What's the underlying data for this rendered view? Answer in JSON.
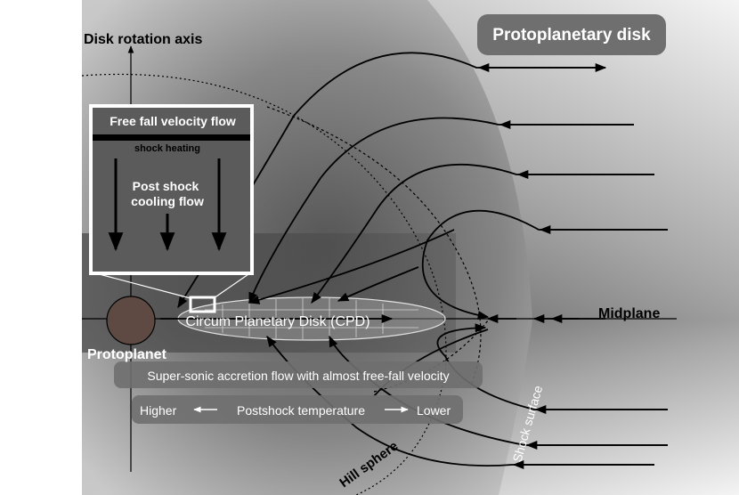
{
  "labels": {
    "disk_rotation_axis": "Disk rotation axis",
    "protoplanetary_disk": "Protoplanetary disk",
    "free_fall_flow": "Free fall velocity flow",
    "shock_heating": "shock heating",
    "post_shock_line1": "Post shock",
    "post_shock_line2": "cooling flow",
    "cpd": "Circum Planetary Disk (CPD)",
    "midplane": "Midplane",
    "protoplanet": "Protoplanet",
    "accretion_flow": "Super-sonic accretion flow with almost free-fall velocity",
    "higher": "Higher",
    "postshock_temperature": "Postshock temperature",
    "lower": "Lower",
    "hill_sphere": "Hill sphere",
    "shock_surface": "Shock surface"
  },
  "colors": {
    "disk_gradient_light": "#f2f2f2",
    "disk_gradient_dark": "#4a4a4a",
    "protoplanet_fill": "#5e4a42",
    "label_box": "#6f6f6f",
    "inset_fill": "#5a5a5a",
    "flow_line": "#000000"
  }
}
